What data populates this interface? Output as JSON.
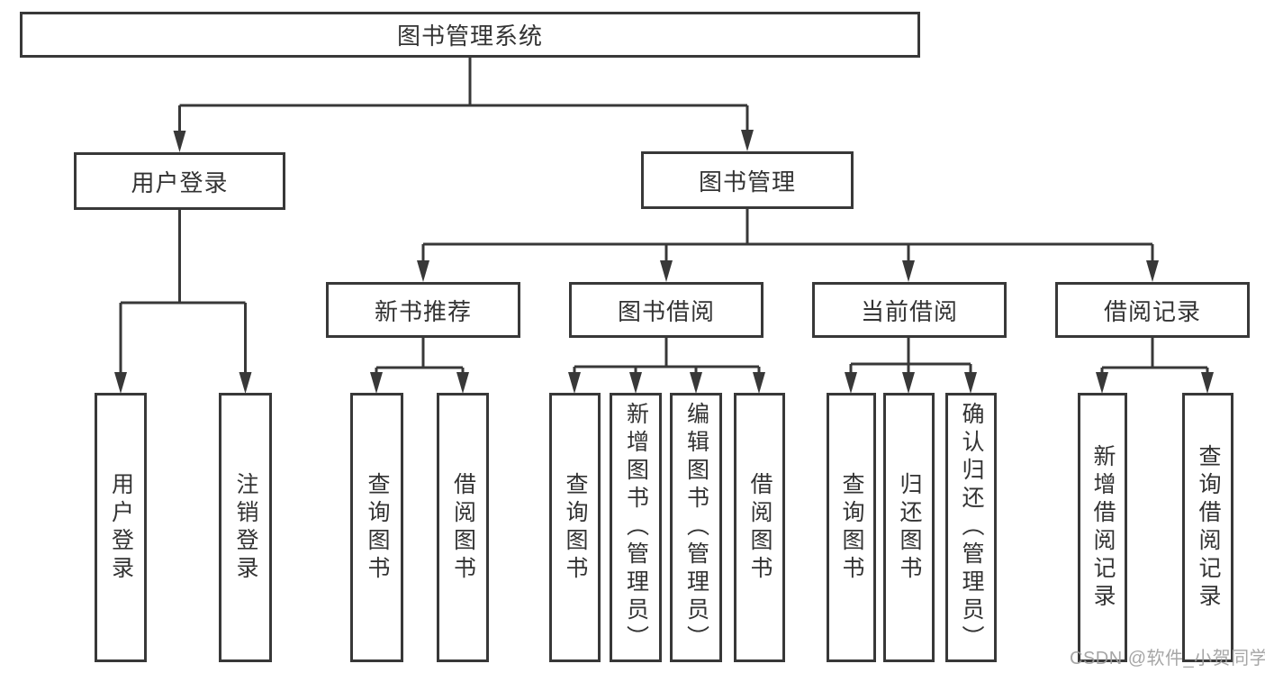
{
  "diagram": {
    "title": "图书管理系统",
    "modules": [
      {
        "label": "用户登录",
        "children": [
          "用户登录",
          "注销登录"
        ]
      },
      {
        "label": "图书管理",
        "sections": [
          {
            "label": "新书推荐",
            "children": [
              "查询图书",
              "借阅图书"
            ]
          },
          {
            "label": "图书借阅",
            "children": [
              "查询图书",
              "新增图书（管理员）",
              "编辑图书（管理员）",
              "借阅图书"
            ]
          },
          {
            "label": "当前借阅",
            "children": [
              "查询图书",
              "归还图书",
              "确认归还（管理员）"
            ]
          },
          {
            "label": "借阅记录",
            "children": [
              "新增借阅记录",
              "查询借阅记录"
            ]
          }
        ]
      }
    ]
  },
  "watermark": {
    "text": "CSDN @软件_小贺同学"
  },
  "colors": {
    "line": "#383838",
    "box_border": "#383838",
    "text": "#333333",
    "watermark": "#9e9e9e",
    "background": "#ffffff"
  }
}
